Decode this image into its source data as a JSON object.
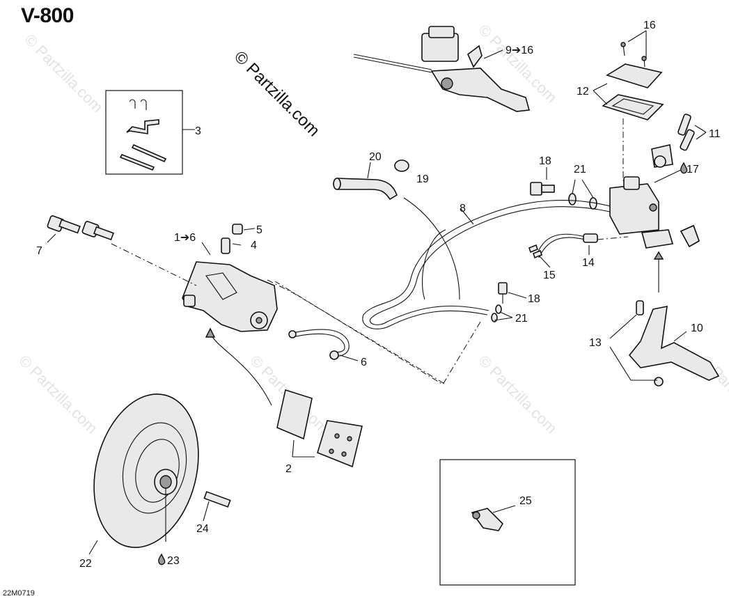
{
  "diagram": {
    "model": "V-800",
    "drawing_code": "22M0719",
    "watermark_main": "© Partzilla.com",
    "watermark_faint": "© Partzilla.com",
    "callouts": [
      {
        "id": "c3",
        "label": "3"
      },
      {
        "id": "c16",
        "label": "16"
      },
      {
        "id": "c9-16",
        "label": "9➔16"
      },
      {
        "id": "c12",
        "label": "12"
      },
      {
        "id": "c11",
        "label": "11"
      },
      {
        "id": "c17",
        "label": "17"
      },
      {
        "id": "c18a",
        "label": "18"
      },
      {
        "id": "c21a",
        "label": "21"
      },
      {
        "id": "c20",
        "label": "20"
      },
      {
        "id": "c19",
        "label": "19"
      },
      {
        "id": "c8",
        "label": "8"
      },
      {
        "id": "c5",
        "label": "5"
      },
      {
        "id": "c1-6",
        "label": "1➔6"
      },
      {
        "id": "c4",
        "label": "4"
      },
      {
        "id": "c7",
        "label": "7"
      },
      {
        "id": "c14",
        "label": "14"
      },
      {
        "id": "c15",
        "label": "15"
      },
      {
        "id": "c18b",
        "label": "18"
      },
      {
        "id": "c21b",
        "label": "21"
      },
      {
        "id": "c10",
        "label": "10"
      },
      {
        "id": "c13",
        "label": "13"
      },
      {
        "id": "c6",
        "label": "6"
      },
      {
        "id": "c2",
        "label": "2"
      },
      {
        "id": "c25",
        "label": "25"
      },
      {
        "id": "c24",
        "label": "24"
      },
      {
        "id": "c22",
        "label": "22"
      },
      {
        "id": "c23",
        "label": "23"
      }
    ]
  }
}
